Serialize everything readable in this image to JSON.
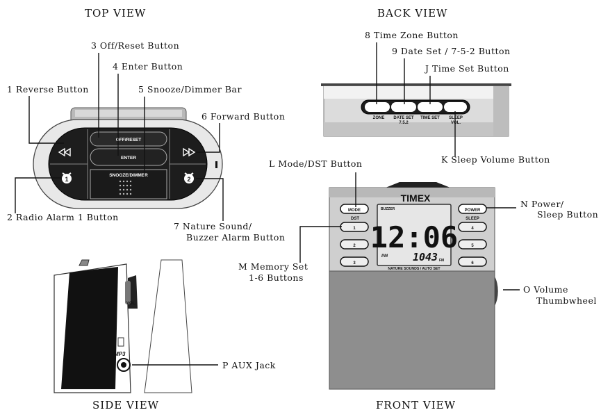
{
  "titles": {
    "top": "TOP  VIEW",
    "back": "BACK  VIEW",
    "side": "SIDE VIEW",
    "front": "FRONT  VIEW"
  },
  "callouts": {
    "c1": "1   Reverse Button",
    "c2": "2   Radio Alarm 1 Button",
    "c3": "3   Off/Reset Button",
    "c4": "4   Enter Button",
    "c5": "5   Snooze/Dimmer Bar",
    "c6": "6   Forward Button",
    "c7a": "7   Nature Sound/",
    "c7b": "Buzzer Alarm Button",
    "c8": "8   Time Zone Button",
    "c9": "9   Date Set / 7-5-2 Button",
    "cJ": "J   Time Set Button",
    "cK": "K   Sleep Volume Button",
    "cL": "L   Mode/DST Button",
    "cMa": "M  Memory Set",
    "cMb": "1-6 Buttons",
    "cNa": "N   Power/",
    "cNb": "Sleep Button",
    "cOa": "O   Volume",
    "cOb": "Thumbwheel",
    "cP": "P    AUX Jack"
  },
  "device": {
    "top": {
      "off_reset": "OFF/RESET",
      "enter": "ENTER",
      "snooze": "SNOOZE/DIMMER",
      "alarm1": "1",
      "alarm2": "2"
    },
    "back": {
      "zone": "ZONE",
      "date_set_a": "DATE SET",
      "date_set_b": "7.5.2",
      "time_set": "TIME SET",
      "sleep_a": "SLEEP",
      "sleep_b": "VOL."
    },
    "side": {
      "vol": "VOL.",
      "mp3": "MP3"
    },
    "front": {
      "brand": "TIMEX",
      "mode": "MODE",
      "dst": "DST",
      "power": "POWER",
      "sleep": "SLEEP",
      "mem": [
        "1",
        "2",
        "3",
        "4",
        "5",
        "6"
      ],
      "buzzer": "BUZZER",
      "time": "12:06",
      "pm": "PM",
      "freq": "1043",
      "freq_unit": "FM",
      "nature": "NATURE SOUNDS / AUTO SET"
    }
  }
}
